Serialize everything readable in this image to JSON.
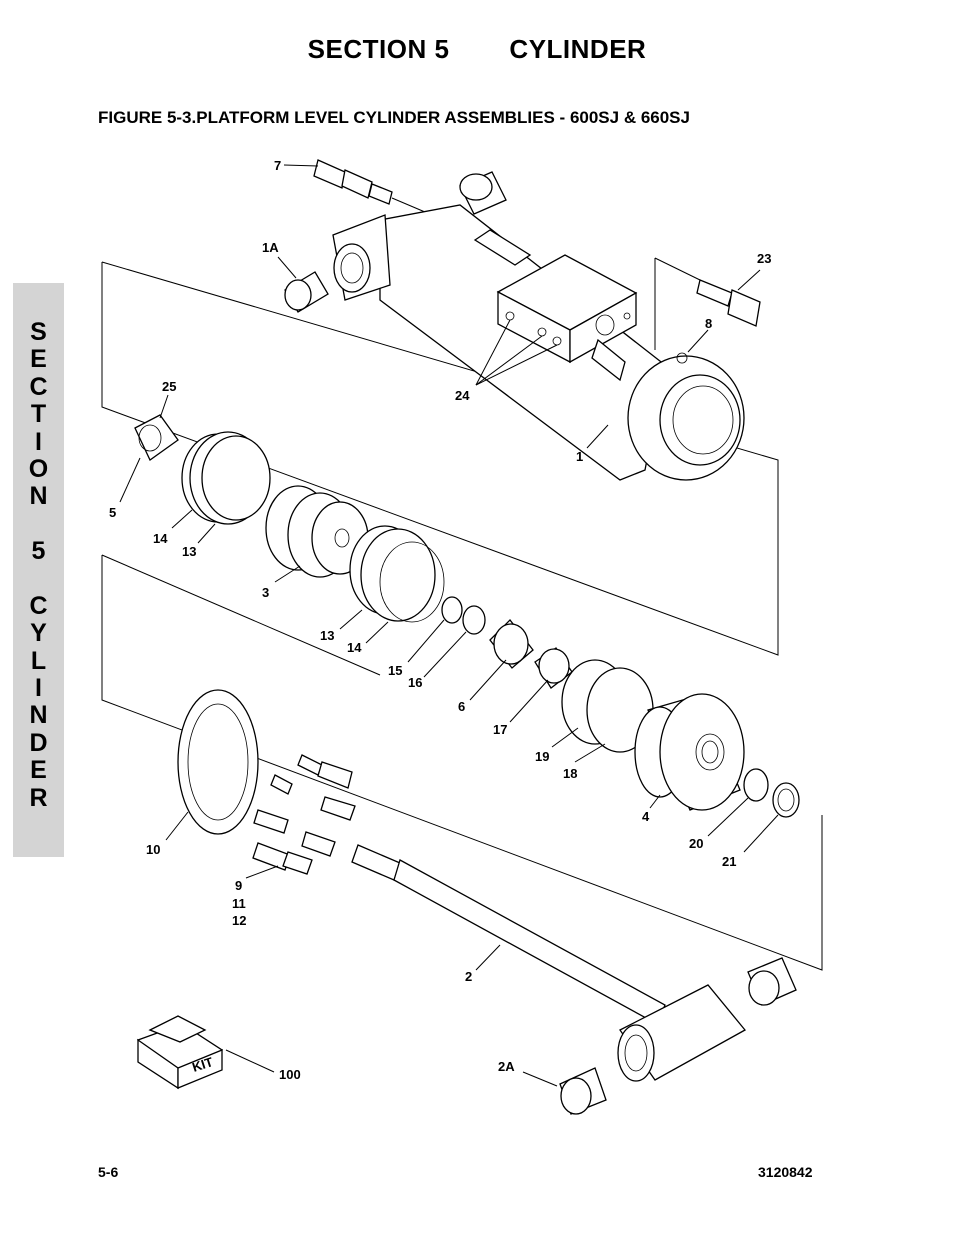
{
  "header": {
    "section": "SECTION 5",
    "title": "CYLINDER"
  },
  "figure_title": "FIGURE 5-3.PLATFORM LEVEL CYLINDER ASSEMBLIES - 600SJ & 660SJ",
  "side_tab": {
    "letters": [
      "S",
      "E",
      "C",
      "T",
      "I",
      "O",
      "N",
      " ",
      "5",
      " ",
      "C",
      "Y",
      "L",
      "I",
      "N",
      "D",
      "E",
      "R"
    ]
  },
  "callouts": {
    "c7": "7",
    "c1A": "1A",
    "c23": "23",
    "c8": "8",
    "c24": "24",
    "c25": "25",
    "c1": "1",
    "c5": "5",
    "c14a": "14",
    "c13a": "13",
    "c3": "3",
    "c13b": "13",
    "c14b": "14",
    "c15": "15",
    "c16": "16",
    "c6": "6",
    "c17": "17",
    "c19": "19",
    "c18": "18",
    "c4": "4",
    "c20": "20",
    "c21": "21",
    "c10": "10",
    "c9": "9",
    "c11": "11",
    "c12": "12",
    "c2": "2",
    "c100": "100",
    "c2A": "2A"
  },
  "kit_label": "KIT",
  "footer": {
    "page": "5-6",
    "doc_number": "3120842"
  }
}
